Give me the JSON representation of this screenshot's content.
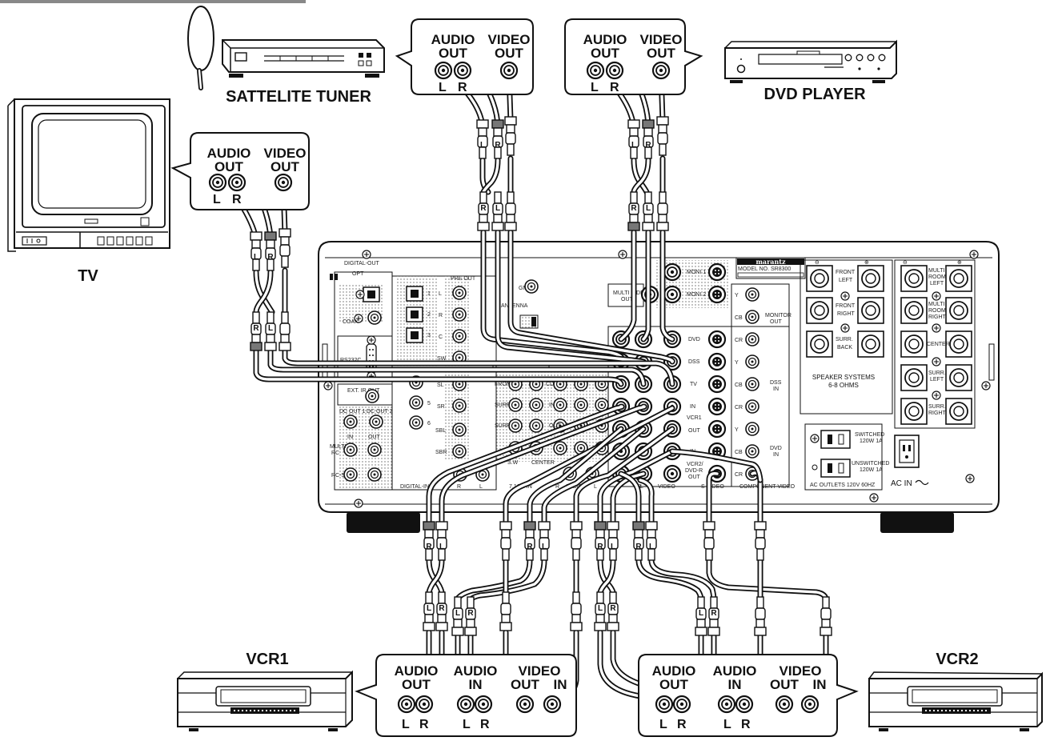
{
  "devices": {
    "satellite": "SATTELITE TUNER",
    "dvd": "DVD PLAYER",
    "tv": "TV",
    "vcr1": "VCR1",
    "vcr2": "VCR2"
  },
  "callouts": {
    "audio_out": [
      "AUDIO",
      "OUT"
    ],
    "video_out": [
      "VIDEO",
      "OUT"
    ],
    "audio_in": [
      "AUDIO",
      "IN"
    ],
    "video_out_in": "VIDEO",
    "out": "OUT",
    "in": "IN",
    "left": "L",
    "right": "R"
  },
  "plug_letters": {
    "left": "L",
    "right": "R"
  },
  "receiver": {
    "brand": "marantz",
    "model": "MODEL NO. SR8300",
    "labels": {
      "digital_out": "DIGITAL-OUT",
      "opt": "OPT",
      "coax": "COAX",
      "rs232c": "RS232C",
      "ext_ir_out": "EXT. IR OUT",
      "dc_out_1": "DC OUT 1",
      "dc_out_2": "DC OUT 2",
      "in": "IN",
      "out": "OUT",
      "multi_rc": "MULTI RC",
      "rc5": "RC-5",
      "digital_in": "DIGITAL-IN",
      "pre_out": "PRE OUT",
      "antenna": "ANTENNA",
      "gnd": "GND",
      "ch71": "7.1CH IN",
      "audio": "AUDIO",
      "video": "VIDEO",
      "s_video": "S-VIDEO",
      "component_video": "COMPONENT VIDEO",
      "monitor_out": "MONITOR OUT",
      "dss_in": "DSS IN",
      "dvd_in": "DVD IN",
      "multi_video_out": "MULTI VIDEO OUT",
      "dvd": "DVD",
      "dss": "DSS",
      "tv": "TV",
      "vcr1_out": "VCR1 OUT",
      "vcr2_dvdr_in": "VCR2/ DVD-R IN",
      "mon1": "MONI 1",
      "mon2": "MONI 2",
      "front_left": "FRONT LEFT",
      "front_right": "FRONT RIGHT",
      "surr_back": "SURR. BACK",
      "multi_room_left": "MULTI ROOM LEFT",
      "multi_room_right": "MULTI ROOM RIGHT",
      "center": "CENTER",
      "surr_left": "SURR. LEFT",
      "surr_right": "SURR. RIGHT",
      "speaker_systems": "SPEAKER SYSTEMS",
      "ohms": "6-8 OHMS",
      "switched": "SWITCHED 120W 1A",
      "unswitched": "UNSWITCHED 120W 1A",
      "ac_outlets": "AC OUTLETS 120V 60HZ",
      "ac_in": "AC IN",
      "y": "Y",
      "cb": "CB",
      "cr": "CR",
      "l": "L",
      "r": "R",
      "c": "C",
      "sw": "SW",
      "sl": "SL",
      "sr": "SR",
      "sbl": "SBL",
      "sbr": "SBR"
    }
  }
}
